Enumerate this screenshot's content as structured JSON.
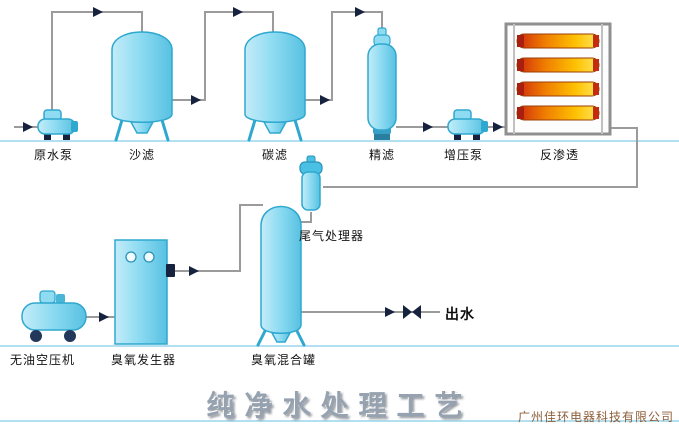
{
  "title": "纯净水处理工艺",
  "company": "广州佳环电器科技有限公司",
  "labels": {
    "raw_pump": "原水泵",
    "sand_filter": "沙滤",
    "carbon_filter": "碳滤",
    "fine_filter": "精滤",
    "booster_pump": "增压泵",
    "reverse_osmosis": "反渗透",
    "tail_gas": "尾气处理器",
    "air_compressor": "无油空压机",
    "ozone_generator": "臭氧发生器",
    "ozone_mix_tank": "臭氧混合罐",
    "water_out": "出水"
  },
  "colors": {
    "tank_fill": "#8fdcf2",
    "tank_stroke": "#2fa8cf",
    "pipe": "#9b9b9b",
    "arrow": "#17233e",
    "membrane_red": "#cf2a0e",
    "membrane_yellow": "#ffe65a",
    "baseline": "#b3e0f0",
    "title_text": "#96a2af",
    "company_text": "#8d5f3a"
  }
}
